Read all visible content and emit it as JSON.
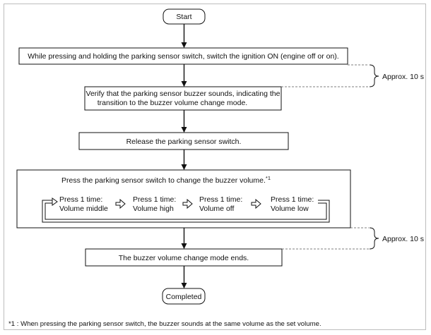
{
  "flow": {
    "start": "Start",
    "step1": "While pressing and holding the parking sensor switch, switch the ignition ON (engine off or on).",
    "step2_line1": "Verify that the parking sensor buzzer sounds, indicating the",
    "step2_line2": "transition to the buzzer volume change mode.",
    "step3": "Release the parking sensor switch.",
    "step4_title": "Press the parking sensor switch to change the buzzer volume.",
    "step4_ref": "*1",
    "cycle": [
      {
        "line1": "Press 1 time:",
        "line2": "Volume middle"
      },
      {
        "line1": "Press 1 time:",
        "line2": "Volume high"
      },
      {
        "line1": "Press 1 time:",
        "line2": "Volume off"
      },
      {
        "line1": "Press 1 time:",
        "line2": "Volume low"
      }
    ],
    "step5": "The buzzer volume change mode ends.",
    "end": "Completed"
  },
  "timing": {
    "label_1": "Approx. 10 s",
    "label_2": "Approx. 10 s"
  },
  "footnote": "*1 : When pressing the parking sensor switch, the buzzer sounds at the same volume as the set volume."
}
